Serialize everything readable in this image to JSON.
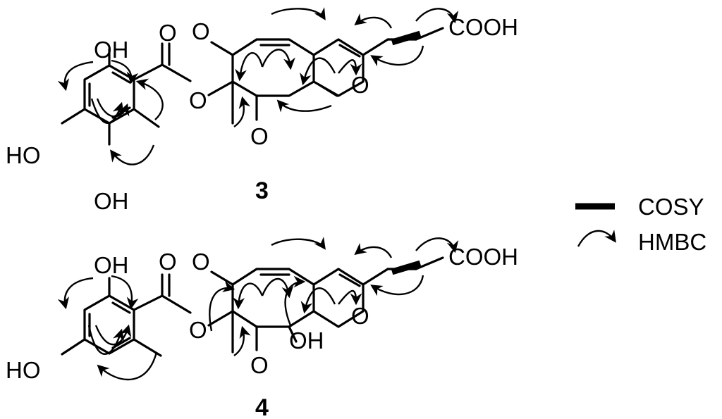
{
  "diagram": {
    "compounds": [
      {
        "id": "3",
        "number_label": "3",
        "atom_labels": {
          "oh_top": "OH",
          "ho_left": "HO",
          "oh_bottom": "OH",
          "o_ester_carbonyl": "O",
          "o_ester": "O",
          "o_ketone_top": "O",
          "o_ketone_bottom": "O",
          "o_ring": "O",
          "acid": "COOH"
        }
      },
      {
        "id": "4",
        "number_label": "4",
        "atom_labels": {
          "oh_top": "OH",
          "ho_left": "HO",
          "o_ester_carbonyl": "O",
          "o_ester": "O",
          "o_ketone_top": "O",
          "o_ketone_bottom": "O",
          "oh_ring": "OH",
          "o_ring": "O",
          "acid": "COOH"
        }
      }
    ],
    "legend": {
      "cosy_label": "COSY",
      "hmbc_label": "HMBC"
    }
  }
}
